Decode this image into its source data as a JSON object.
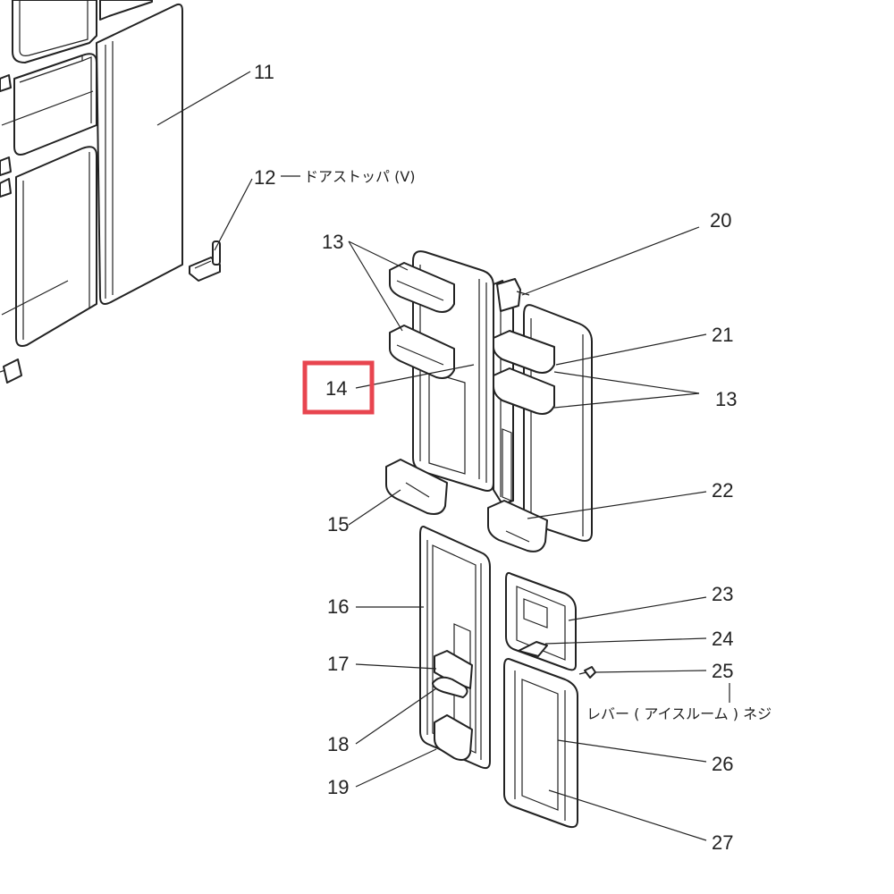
{
  "diagram": {
    "labels": {
      "p11": "11",
      "p12": "12",
      "p12_name": "ドアストッパ (V)",
      "p13_left": "13",
      "p13_right": "13",
      "p14": "14",
      "p15": "15",
      "p16": "16",
      "p17": "17",
      "p18": "18",
      "p19": "19",
      "p20": "20",
      "p21": "21",
      "p22": "22",
      "p23": "23",
      "p24": "24",
      "p25": "25",
      "p25_name": "レバー ( アイスルーム ) ネジ",
      "p26": "26",
      "p27": "27"
    },
    "highlight": {
      "target": "14",
      "color": "#e8454f"
    }
  }
}
